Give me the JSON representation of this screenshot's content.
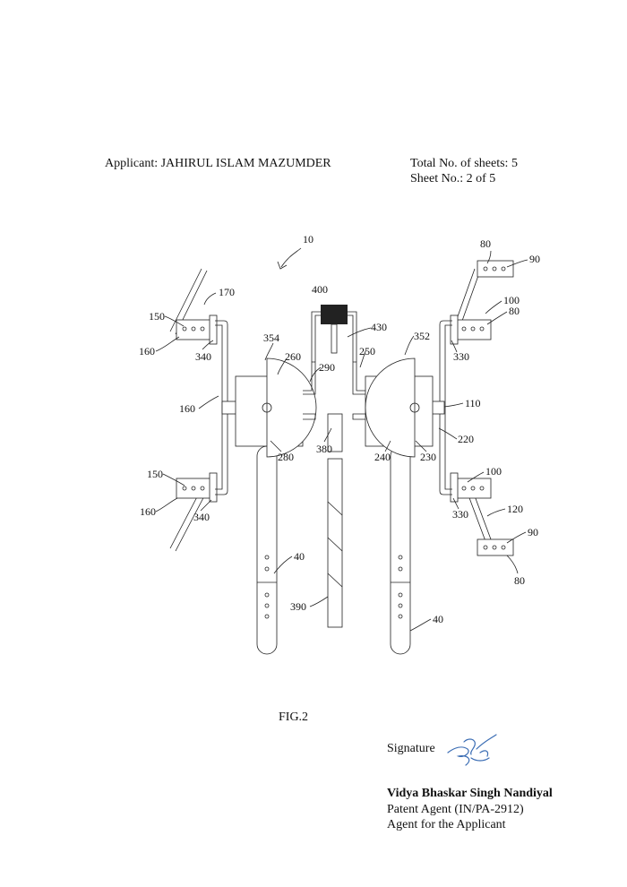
{
  "header": {
    "applicant": "Applicant: JAHIRUL ISLAM MAZUMDER",
    "total_sheets": "Total No. of sheets: 5",
    "sheet_no": "Sheet No.: 2 of 5"
  },
  "figure": {
    "caption": "FIG.2",
    "refs": {
      "r10": "10",
      "r170": "170",
      "r150a": "150",
      "r160a": "160",
      "r340a": "340",
      "r354": "354",
      "r260": "260",
      "r400": "400",
      "r430": "430",
      "r290": "290",
      "r250": "250",
      "r352": "352",
      "r80a": "80",
      "r90a": "90",
      "r100a": "100",
      "r80b": "80",
      "r330a": "330",
      "r160b": "160",
      "r110": "110",
      "r380": "380",
      "r280": "280",
      "r240": "240",
      "r230": "230",
      "r220": "220",
      "r150b": "150",
      "r160c": "160",
      "r340b": "340",
      "r100b": "100",
      "r330b": "330",
      "r120": "120",
      "r90b": "90",
      "r80c": "80",
      "r40a": "40",
      "r390": "390",
      "r40b": "40"
    }
  },
  "signature": {
    "label": "Signature"
  },
  "agent": {
    "name": "Vidya Bhaskar Singh Nandiyal",
    "registration": "Patent Agent (IN/PA-2912)",
    "role": "Agent for the Applicant"
  }
}
